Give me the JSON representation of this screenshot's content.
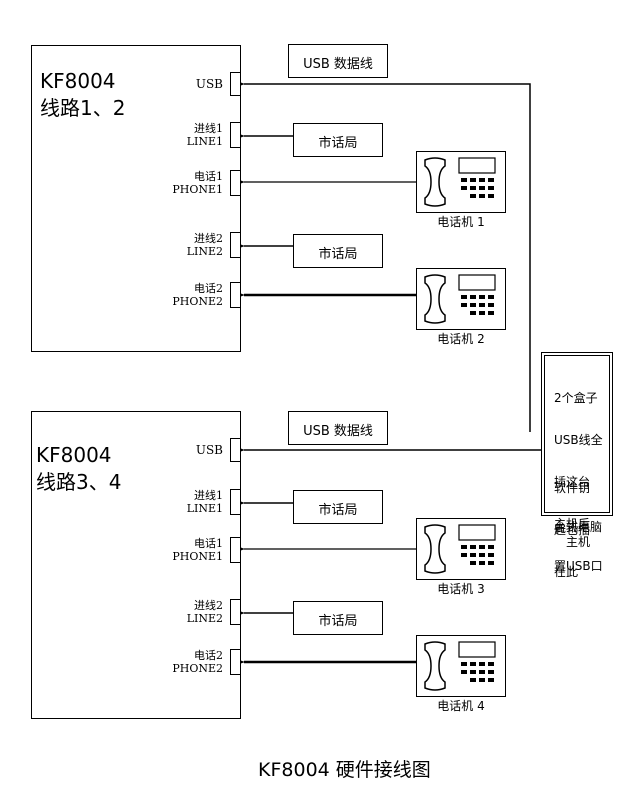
{
  "devices": [
    {
      "title": "KF8004",
      "subtitle": "线路1、2",
      "usb_port": "USB",
      "usb_cable": "USB 数据线",
      "lines": [
        {
          "line_cn": "进线1",
          "line_en": "LINE1",
          "exchange": "市话局",
          "phone_cn": "电话1",
          "phone_en": "PHONE1",
          "phone_label": "电话机 1"
        },
        {
          "line_cn": "进线2",
          "line_en": "LINE2",
          "exchange": "市话局",
          "phone_cn": "电话2",
          "phone_en": "PHONE2",
          "phone_label": "电话机 2"
        }
      ]
    },
    {
      "title": "KF8004",
      "subtitle": "线路3、4",
      "usb_port": "USB",
      "usb_cable": "USB 数据线",
      "lines": [
        {
          "line_cn": "进线1",
          "line_en": "LINE1",
          "exchange": "市话局",
          "phone_cn": "电话1",
          "phone_en": "PHONE1",
          "phone_label": "电话机 3"
        },
        {
          "line_cn": "进线2",
          "line_en": "LINE2",
          "exchange": "市话局",
          "phone_cn": "电话2",
          "phone_en": "PHONE2",
          "phone_label": "电话机 4"
        }
      ]
    }
  ],
  "computer": {
    "note_lines": [
      "2个盒子",
      "USB线全",
      "插这台",
      "主机后",
      "置USB口"
    ],
    "key_lines": [
      "软件钥",
      "匙也插",
      "在此"
    ],
    "label_lines": [
      "台式电脑",
      "主机"
    ]
  },
  "caption": "KF8004  硬件接线图"
}
